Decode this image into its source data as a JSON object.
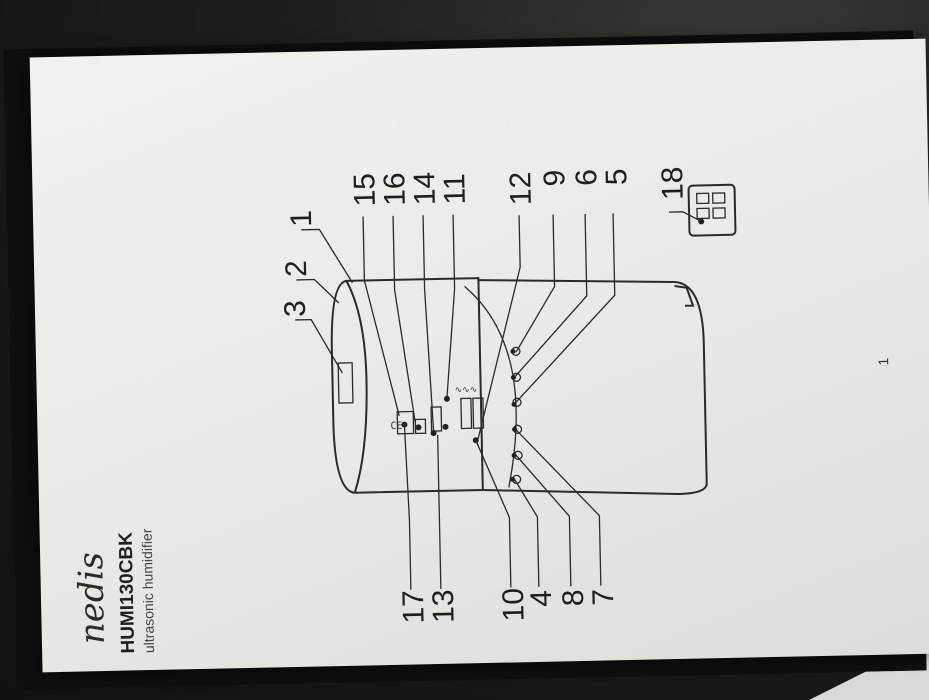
{
  "manual": {
    "brand": "nedis",
    "model": "HUMI130CBK",
    "subtitle": "ultrasonic humidifier",
    "page_mark": "1"
  },
  "callouts_right": [
    "15",
    "16",
    "14",
    "11",
    "12",
    "9",
    "6",
    "5",
    "18"
  ],
  "callouts_left": [
    "17",
    "13",
    "10",
    "4",
    "8",
    "7"
  ],
  "callouts_top": [
    "1",
    "2",
    "3"
  ]
}
